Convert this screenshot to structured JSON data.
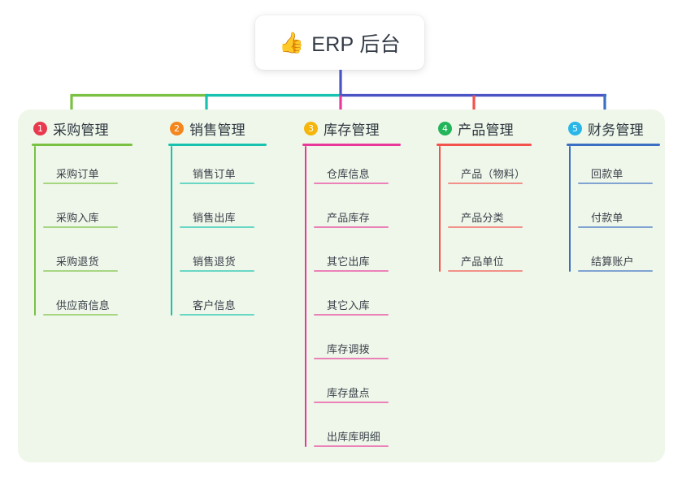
{
  "root": {
    "icon": "thumbs-up-icon",
    "emoji": "👍",
    "title": "ERP 后台"
  },
  "palette": {
    "panel_bg": "#eef7e9",
    "page_bg": "#ffffff",
    "root_stem": "#4a53c4",
    "text": "#333a45"
  },
  "columns": [
    {
      "index": "1",
      "title": "采购管理",
      "color": "#7ac143",
      "badge_color": "#e8394f",
      "items": [
        {
          "label": "采购订单"
        },
        {
          "label": "采购入库"
        },
        {
          "label": "采购退货"
        },
        {
          "label": "供应商信息"
        }
      ]
    },
    {
      "index": "2",
      "title": "销售管理",
      "color": "#17c3ae",
      "badge_color": "#f4861f",
      "items": [
        {
          "label": "销售订单"
        },
        {
          "label": "销售出库"
        },
        {
          "label": "销售退货"
        },
        {
          "label": "客户信息"
        }
      ]
    },
    {
      "index": "3",
      "title": "库存管理",
      "color": "#e8399a",
      "badge_color": "#f5b50a",
      "items": [
        {
          "label": "仓库信息"
        },
        {
          "label": "产品库存"
        },
        {
          "label": "其它出库"
        },
        {
          "label": "其它入库"
        },
        {
          "label": "库存调拨"
        },
        {
          "label": "库存盘点"
        },
        {
          "label": "出库库明细"
        }
      ]
    },
    {
      "index": "4",
      "title": "产品管理",
      "color": "#f4524d",
      "badge_color": "#22b559",
      "items": [
        {
          "label": "产品（物料）"
        },
        {
          "label": "产品分类"
        },
        {
          "label": "产品单位"
        }
      ]
    },
    {
      "index": "5",
      "title": "财务管理",
      "color": "#3b6fc4",
      "badge_color": "#29b6e8",
      "items": [
        {
          "label": "回款单"
        },
        {
          "label": "付款单"
        },
        {
          "label": "结算账户"
        }
      ]
    }
  ]
}
